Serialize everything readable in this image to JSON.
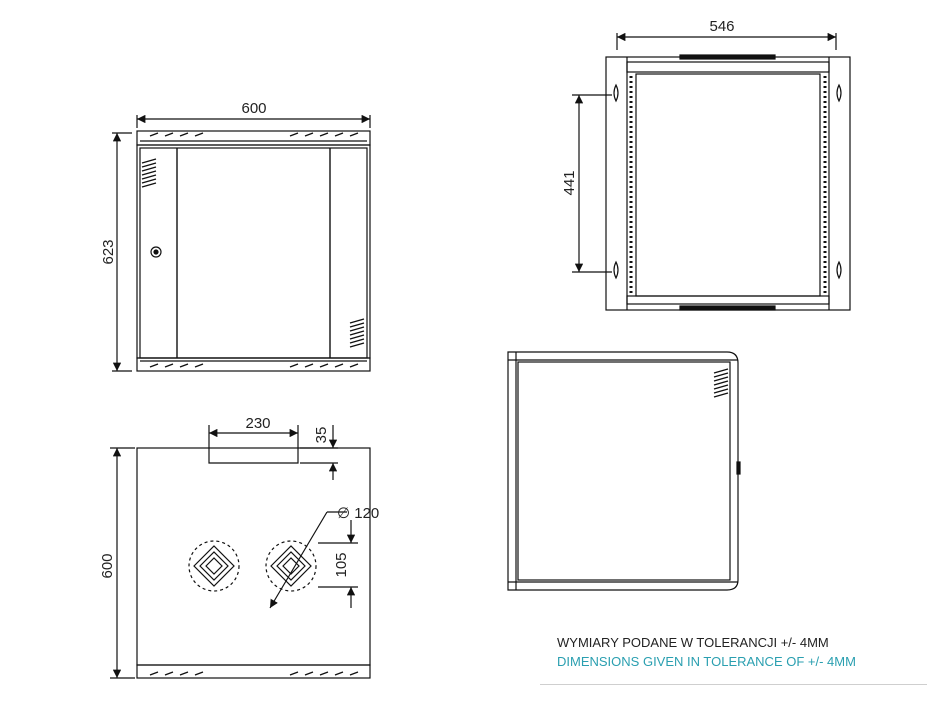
{
  "front_view": {
    "width_label": "600",
    "height_label": "623"
  },
  "top_view": {
    "width_label": "546",
    "height_label": "441"
  },
  "bottom_view": {
    "cutout_width_label": "230",
    "cutout_depth_label": "35",
    "fan_diameter_label": "∅ 120",
    "fan_spacing_label": "105",
    "depth_label": "600"
  },
  "notes": {
    "polish": "WYMIARY PODANE W TOLERANCJI +/- 4MM",
    "english": "DIMENSIONS GIVEN IN TOLERANCE OF +/- 4MM"
  },
  "colors": {
    "line": "#111111",
    "note_polish": "#222222",
    "note_english": "#2a9fb0",
    "rule": "#cfcfcf"
  }
}
